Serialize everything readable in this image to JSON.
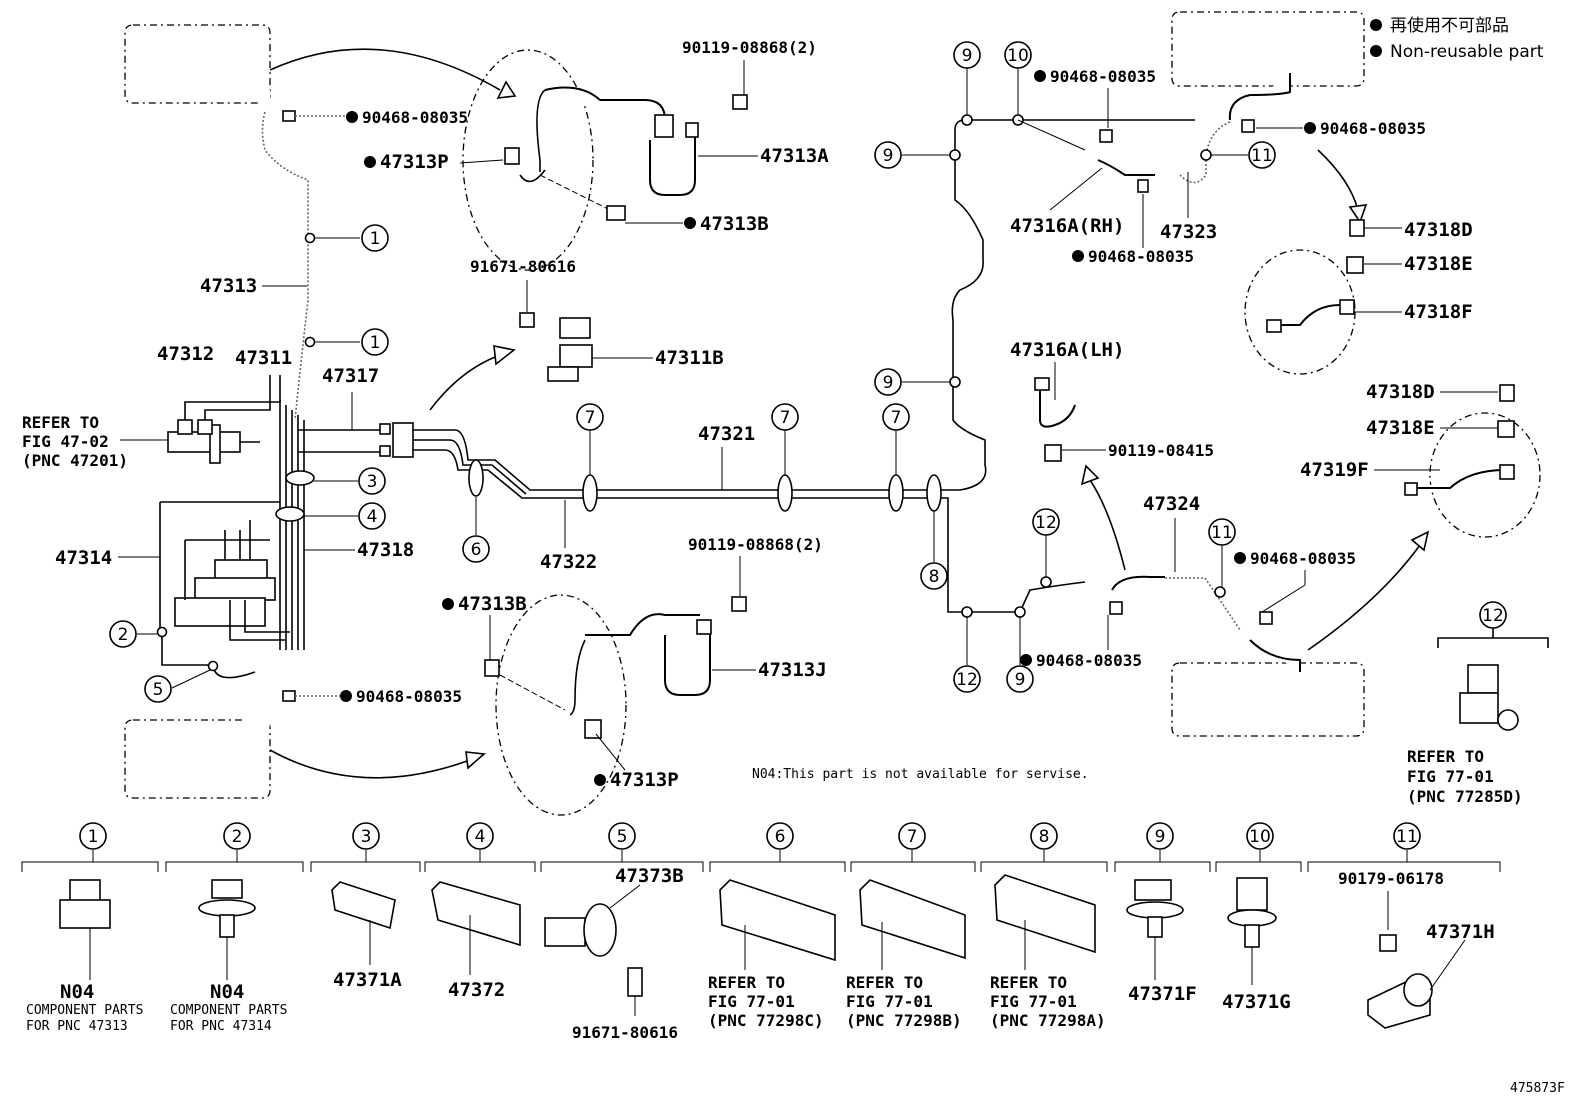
{
  "legend": {
    "jp": "再使用不可部品",
    "en": "Non-reusable part"
  },
  "figure_id": "475873F",
  "note": "N04:This part is not available for servise.",
  "refer_master": [
    "REFER TO",
    "FIG 47-02",
    "(PNC 47201)"
  ],
  "labels": {
    "p90119_08868_2_top": "90119-08868(2)",
    "p47313A": "47313A",
    "p47313P_top": "47313P",
    "p47313B_top": "47313B",
    "p90468_08035_tl": "90468-08035",
    "p91671_80616_mid": "91671-80616",
    "p47311B": "47311B",
    "p47313": "47313",
    "p47312": "47312",
    "p47311": "47311",
    "p47317": "47317",
    "p47321": "47321",
    "p47322": "47322",
    "p47314": "47314",
    "p47318": "47318",
    "p90119_08868_2_bot": "90119-08868(2)",
    "p47313B_bot": "47313B",
    "p47313J": "47313J",
    "p90468_08035_bl": "90468-08035",
    "p47313P_bot": "47313P",
    "p90468_08035_tr1": "90468-08035",
    "p90468_08035_tr2": "90468-08035",
    "p90468_08035_tr3": "90468-08035",
    "p47316A_RH": "47316A(RH)",
    "p47323": "47323",
    "p47318D_top": "47318D",
    "p47318E_top": "47318E",
    "p47318F": "47318F",
    "p47316A_LH": "47316A(LH)",
    "p90119_08415": "90119-08415",
    "p47318D_bot": "47318D",
    "p47318E_bot": "47318E",
    "p47319F": "47319F",
    "p47324": "47324",
    "p90468_08035_mr": "90468-08035",
    "p90468_08035_br": "90468-08035"
  },
  "refer_12": [
    "REFER TO",
    "FIG 77-01",
    "(PNC 77285D)"
  ],
  "clamps": [
    {
      "num": "1",
      "part": "N04",
      "desc": [
        "COMPONENT PARTS",
        "FOR PNC 47313"
      ]
    },
    {
      "num": "2",
      "part": "N04",
      "desc": [
        "COMPONENT PARTS",
        "FOR PNC 47314"
      ]
    },
    {
      "num": "3",
      "part": "47371A"
    },
    {
      "num": "4",
      "part": "47372"
    },
    {
      "num": "5",
      "part": "47373B",
      "sub": "91671-80616"
    },
    {
      "num": "6",
      "refer": [
        "REFER TO",
        "FIG 77-01",
        "(PNC 77298C)"
      ]
    },
    {
      "num": "7",
      "refer": [
        "REFER TO",
        "FIG 77-01",
        "(PNC 77298B)"
      ]
    },
    {
      "num": "8",
      "refer": [
        "REFER TO",
        "FIG 77-01",
        "(PNC 77298A)"
      ]
    },
    {
      "num": "9",
      "part": "47371F"
    },
    {
      "num": "10",
      "part": "47371G"
    },
    {
      "num": "11",
      "part": "47371H",
      "sub": "90179-06178"
    }
  ],
  "circle_nums": [
    "1",
    "2",
    "3",
    "4",
    "5",
    "6",
    "7",
    "8",
    "9",
    "10",
    "11",
    "12"
  ]
}
